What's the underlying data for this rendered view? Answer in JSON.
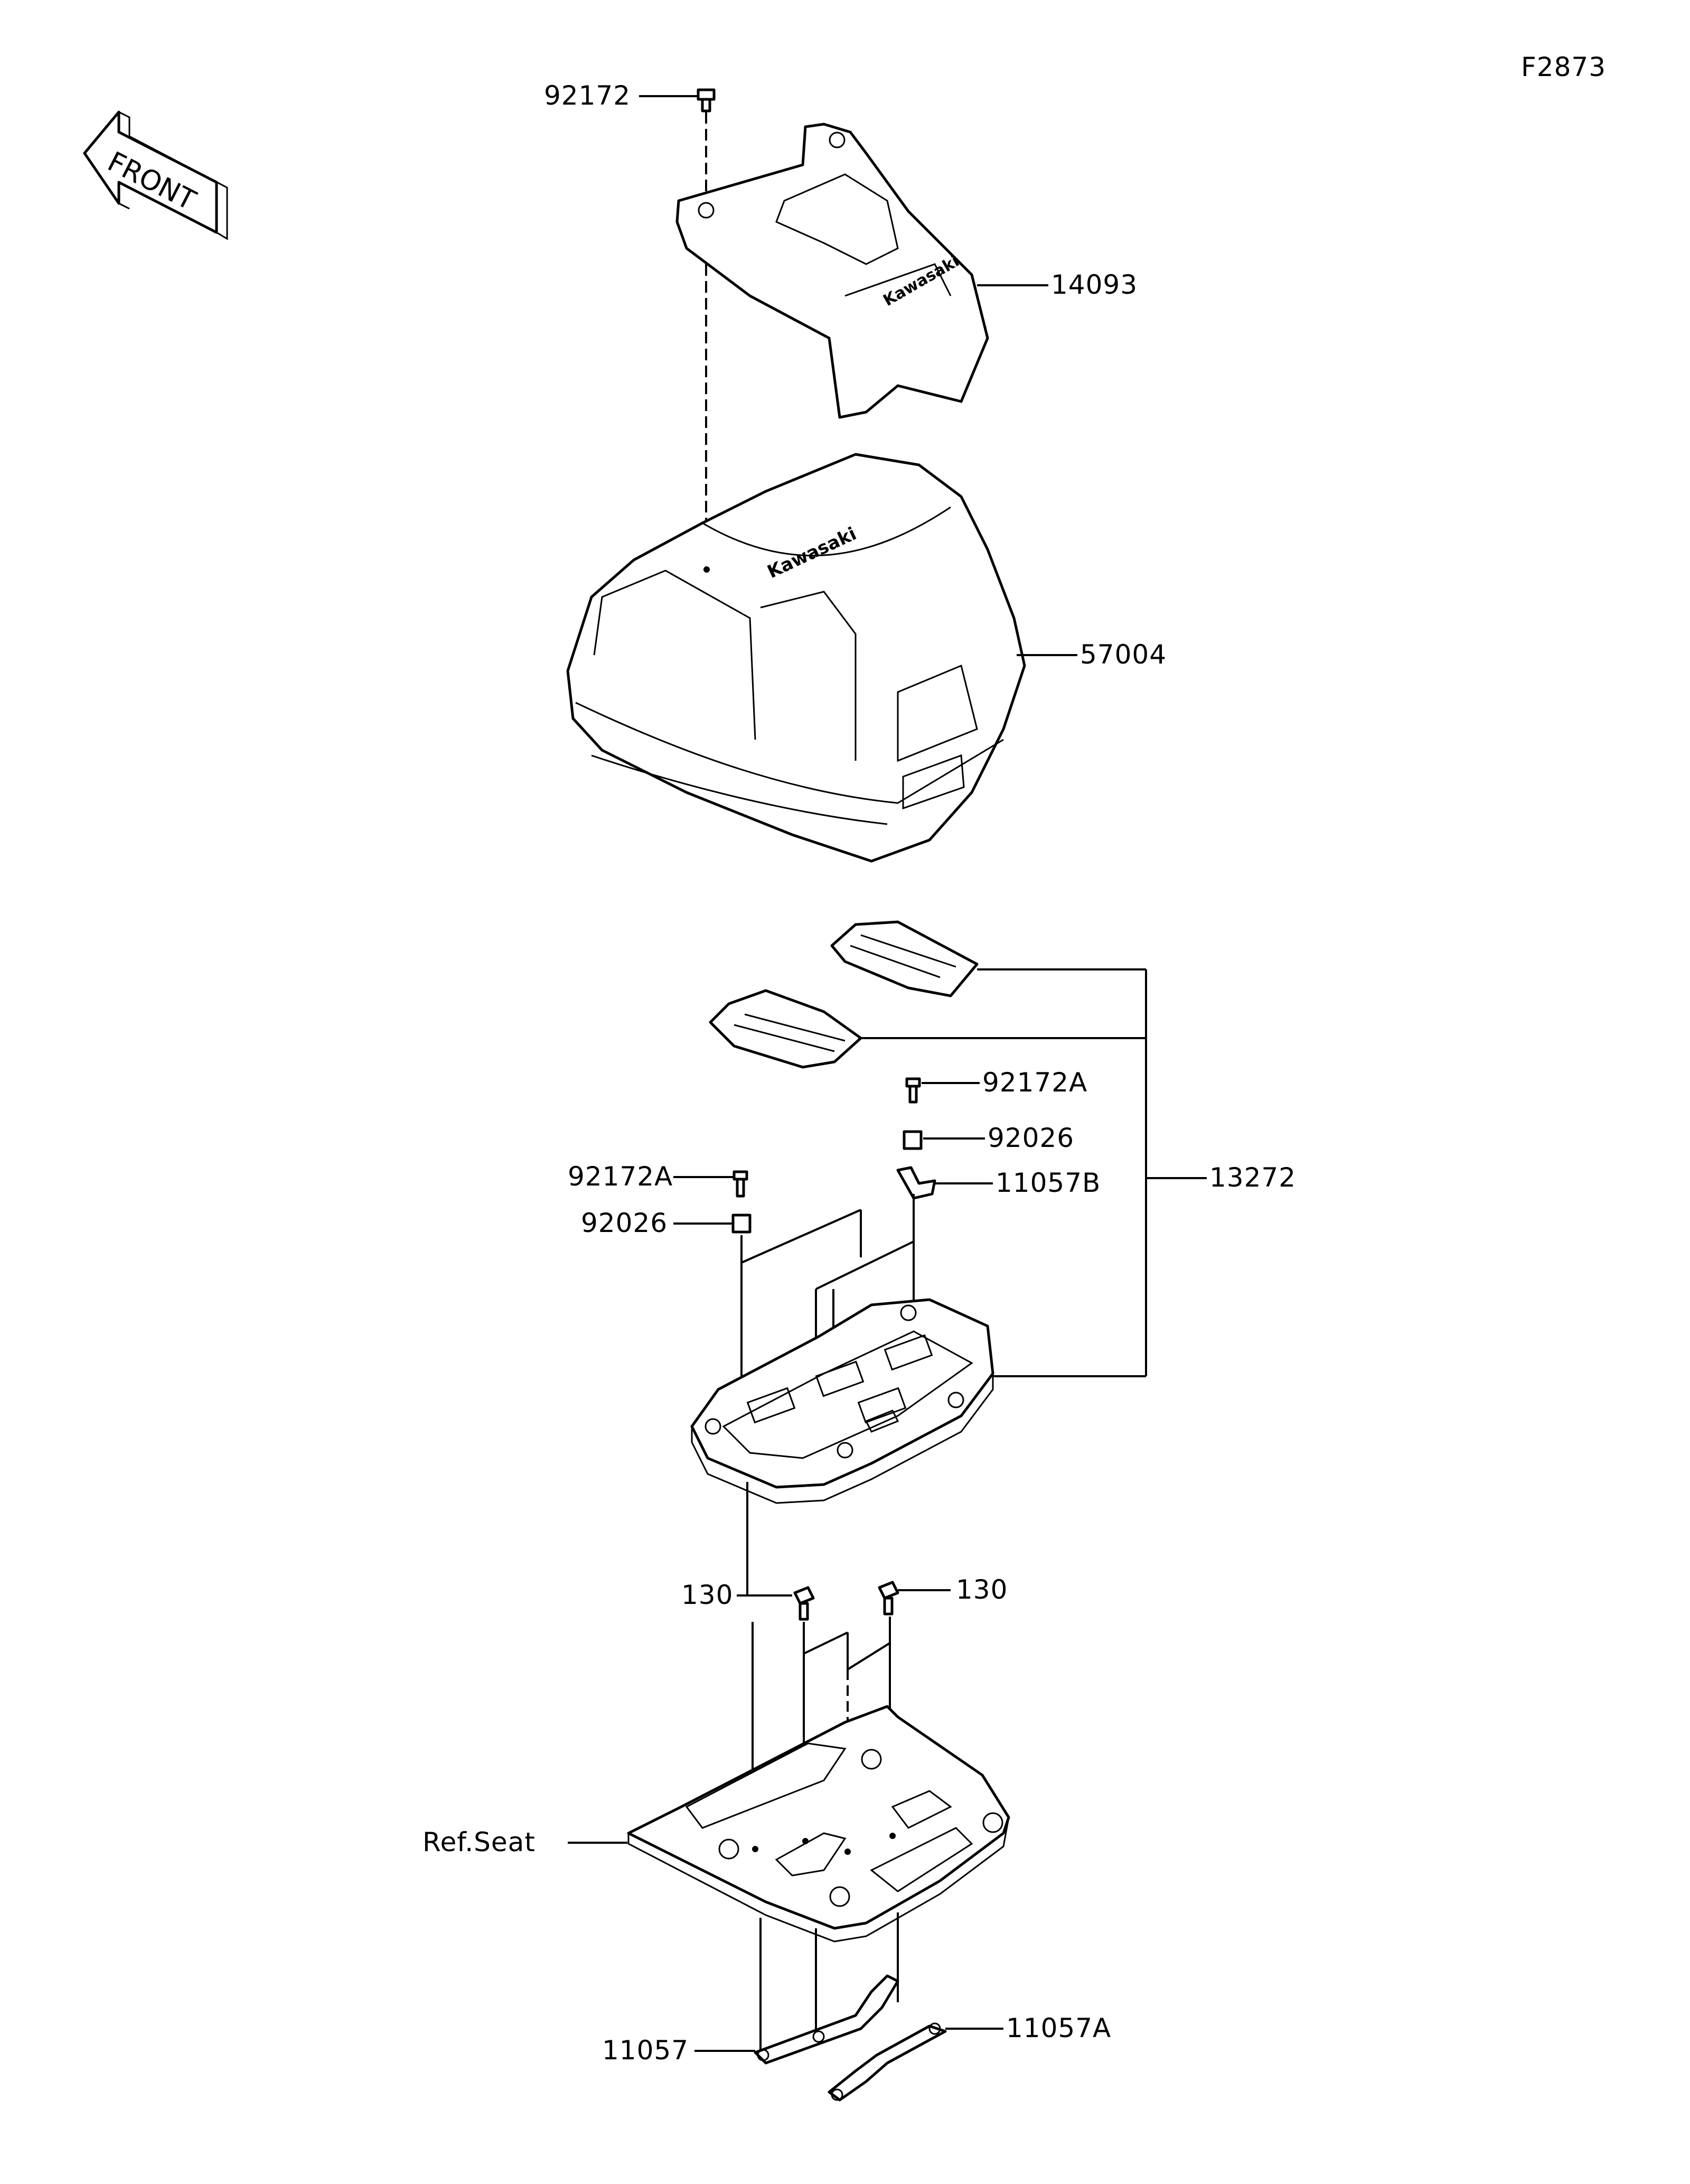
{
  "figure_code": "F2873",
  "front_arrow_text": "FRONT",
  "parts": {
    "p92172": "92172",
    "p14093": "14093",
    "p57004": "57004",
    "p92172A_right": "92172A",
    "p92026_right": "92026",
    "p11057B": "11057B",
    "p92172A_left": "92172A",
    "p92026_left": "92026",
    "p13272": "13272",
    "p130_left": "130",
    "p130_right": "130",
    "ref_seat": "Ref.Seat",
    "p11057": "11057",
    "p11057A": "11057A"
  },
  "brand_text": "Kawasaki"
}
